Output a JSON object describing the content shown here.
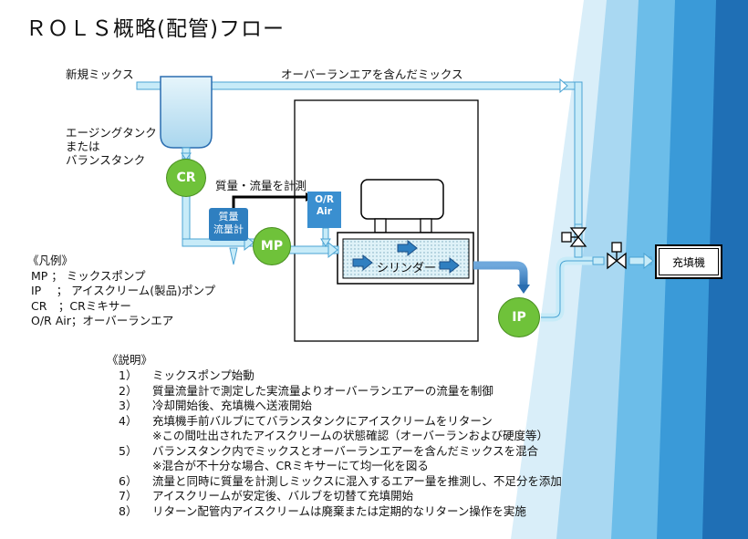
{
  "title": "ＲＯＬＳ概略(配管)フロー",
  "labels": {
    "new_mix": "新規ミックス",
    "overrun_mix": "オーバーランエアを含んだミックス",
    "tank": [
      "エージングタンク",
      "または",
      "バランスタンク"
    ],
    "mass_flow_measure": "質量・流量を計測",
    "flow_meter": [
      "質量",
      "流量計"
    ],
    "air": [
      "O/R",
      "Air"
    ],
    "cylinder": "シリンダー",
    "filler": "充填機"
  },
  "nodes": {
    "cr": "CR",
    "mp": "MP",
    "ip": "IP"
  },
  "legend": {
    "heading": "《凡例》",
    "items": [
      "MP ； ミックスポンプ",
      "IP　 ； アイスクリーム(製品)ポンプ",
      "CR　；CRミキサー",
      "O/R Air；オーバーランエア"
    ]
  },
  "explanation": {
    "heading": "《説明》",
    "items": [
      {
        "num": "1）",
        "text": "ミックスポンプ始動"
      },
      {
        "num": "2）",
        "text": "質量流量計で測定した実流量よりオーバーランエアーの流量を制御"
      },
      {
        "num": "3）",
        "text": "冷却開始後、充填機へ送液開始"
      },
      {
        "num": "4）",
        "text": "充填機手前バルブにてバランスタンクにアイスクリームをリターン"
      },
      {
        "num": "",
        "text": "※この間吐出されたアイスクリームの状態確認（オーバーランおよび硬度等）"
      },
      {
        "num": "5）",
        "text": "バランスタンク内でミックスとオーバーランエアーを含んだミックスを混合"
      },
      {
        "num": "",
        "text": "※混合が不十分な場合、CRミキサーにて均一化を図る"
      },
      {
        "num": "6）",
        "text": "流量と同時に質量を計測しミックスに混入するエアー量を推測し、不足分を添加"
      },
      {
        "num": "7）",
        "text": "アイスクリームが安定後、バルブを切替て充填開始"
      },
      {
        "num": "8）",
        "text": "リターン配管内アイスクリームは廃棄または定期的なリターン操作を実施"
      }
    ]
  },
  "colors": {
    "pipe_light": "#c7ebf8",
    "pipe_dark": "#2a6db0",
    "node_green": "#6fc23a",
    "accent_blue": "#2f7fc0",
    "bg_stripe": "#5ab4e6"
  }
}
